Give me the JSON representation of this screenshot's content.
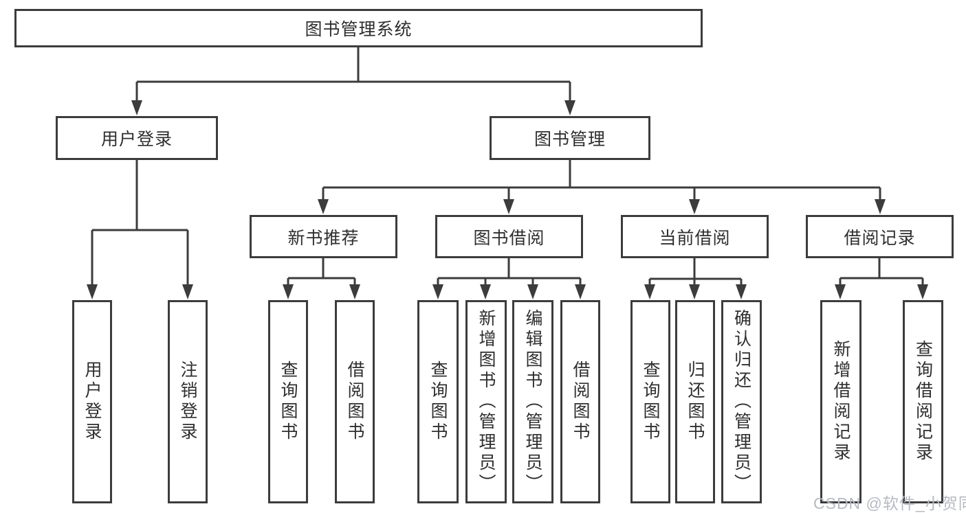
{
  "diagram": {
    "title": "图书管理系统",
    "branches": [
      {
        "label": "用户登录",
        "children": [
          {
            "label": "用户登录"
          },
          {
            "label": "注销登录"
          }
        ]
      },
      {
        "label": "图书管理",
        "children": [
          {
            "label": "新书推荐",
            "children": [
              {
                "label": "查询图书"
              },
              {
                "label": "借阅图书"
              }
            ]
          },
          {
            "label": "图书借阅",
            "children": [
              {
                "label": "查询图书"
              },
              {
                "label": "新增图书（管理员）"
              },
              {
                "label": "编辑图书（管理员）"
              },
              {
                "label": "借阅图书"
              }
            ]
          },
          {
            "label": "当前借阅",
            "children": [
              {
                "label": "查询图书"
              },
              {
                "label": "归还图书"
              },
              {
                "label": "确认归还（管理员）"
              }
            ]
          },
          {
            "label": "借阅记录",
            "children": [
              {
                "label": "新增借阅记录"
              },
              {
                "label": "查询借阅记录"
              }
            ]
          }
        ]
      }
    ]
  },
  "watermark": {
    "text": "CSDN @软件_小贺同学"
  },
  "colors": {
    "line": "#3c3c3c",
    "text": "#2e2e2e",
    "watermark": "#b5bac3",
    "background": "#ffffff"
  }
}
